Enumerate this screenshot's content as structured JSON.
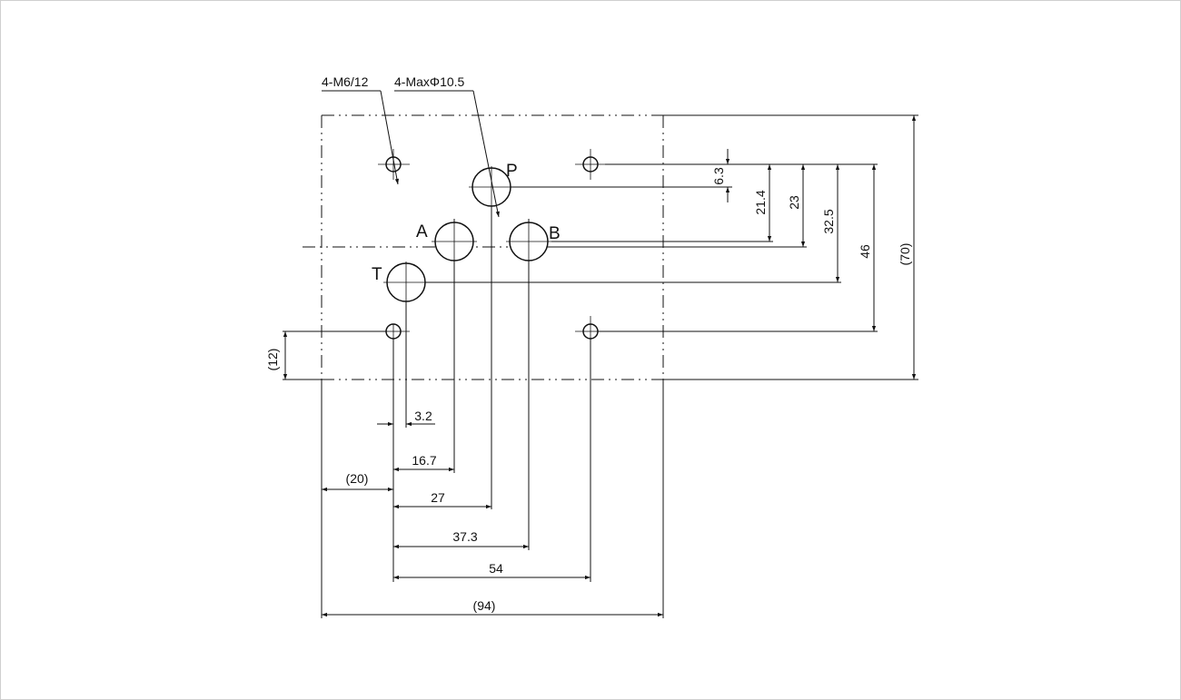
{
  "labels": {
    "thread_callout": "4-M6/12",
    "hole_callout": "4-MaxΦ10.5",
    "port_p": "P",
    "port_a": "A",
    "port_b": "B",
    "port_t": "T"
  },
  "dimensions": {
    "d_6_3": "6.3",
    "d_21_4": "21.4",
    "d_23": "23",
    "d_32_5": "32.5",
    "d_46": "46",
    "d_70": "(70)",
    "d_12": "(12)",
    "d_3_2": "3.2",
    "d_16_7": "16.7",
    "d_20": "(20)",
    "d_27": "27",
    "d_37_3": "37.3",
    "d_54": "54",
    "d_94": "(94)"
  }
}
